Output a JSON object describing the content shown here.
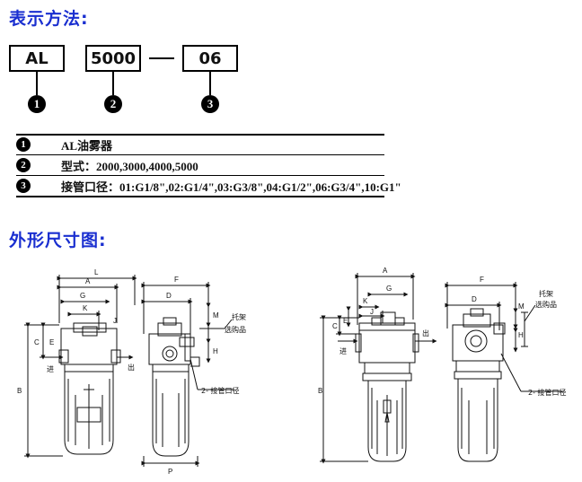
{
  "section1": {
    "title": "表示方法:"
  },
  "code": {
    "part1": "AL",
    "part2": "5000",
    "part3": "06"
  },
  "badges": [
    "1",
    "2",
    "3"
  ],
  "legend": [
    {
      "num": "1",
      "text": "AL油雾器"
    },
    {
      "num": "2",
      "text": "型式：2000,3000,4000,5000"
    },
    {
      "num": "3",
      "text": "接管口径：01:G1/8\",02:G1/4\",03:G3/8\",04:G1/2\",06:G3/4\",10:G1\""
    }
  ],
  "section2": {
    "title": "外形尺寸图:"
  },
  "dims": {
    "A": "A",
    "B": "B",
    "C": "C",
    "D": "D",
    "E": "E",
    "F": "F",
    "G": "G",
    "H": "H",
    "J": "J",
    "K": "K",
    "L": "L",
    "M": "M",
    "P": "P"
  },
  "labels": {
    "in": "进",
    "out": "出",
    "bracket": "托架",
    "optional": "选购品",
    "port": "2- 接管口径"
  },
  "colors": {
    "heading": "#1a2fd0",
    "ink": "#111111"
  }
}
